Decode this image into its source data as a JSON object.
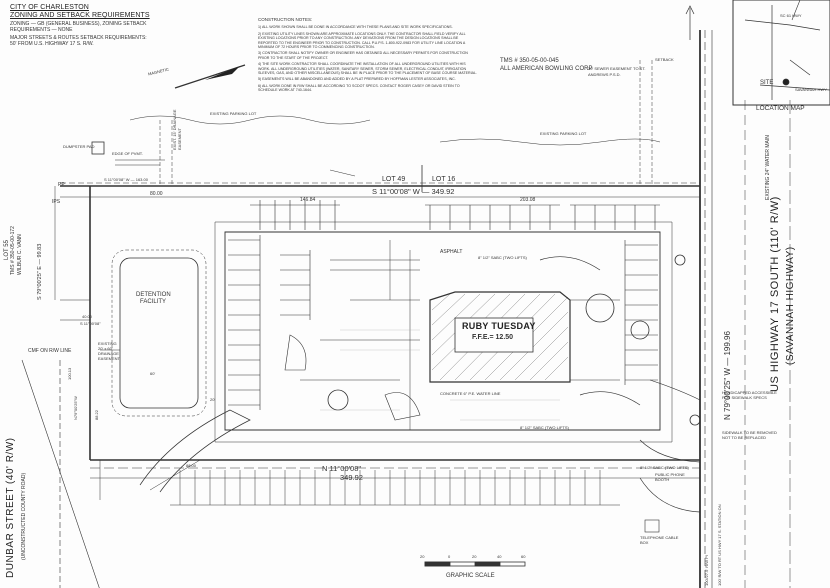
{
  "header": {
    "city": "CITY OF CHARLESTON",
    "title": "ZONING AND SETBACK REQUIREMENTS",
    "zoning": "ZONING — GB (GENERAL BUSINESS), ZONING SETBACK",
    "requirements": "REQUIREMENTS — NONE",
    "streets": "MAJOR STREETS & ROUTES SETBACK REQUIREMENTS:",
    "us17": "50' FROM U.S. HIGHWAY 17 S. R/W."
  },
  "construction_notes": {
    "title": "CONSTRUCTION NOTES:",
    "items": [
      "1) ALL WORK SHOWN SHALL BE DONE IN ACCORDANCE WITH THESE PLANS AND SITE WORK SPECIFICATIONS.",
      "2) EXISTING UTILITY LINES SHOWN ARE APPROXIMATE LOCATIONS ONLY. THE CONTRACTOR SHALL FIELD VERIFY ALL EXISTING LOCATIONS PRIOR TO ANY CONSTRUCTION. ANY DEVIATIONS FROM THE DESIGN LOCATIONS SHALL BE REPORTED TO THE ENGINEER PRIOR TO CONSTRUCTION. CALL P.U.P.S. 1-800-922-0983 FOR UTILITY LINE LOCATION A MINIMUM OF 72 HOURS PRIOR TO COMMENCING CONSTRUCTION.",
      "3) CONTRACTOR SHALL NOTIFY OWNER OR ENGINEER HAS OBTAINED ALL NECESSARY PERMITS FOR CONSTRUCTION PRIOR TO THE START OF THE PROJECT.",
      "4) THE SITE WORK CONTRACTOR SHALL COORDINATE THE INSTALLATION OF ALL UNDERGROUND UTILITIES WITH HIS WORK. ALL UNDERGROUND UTILITIES (WATER, SANITARY SEWER, STORM SEWER, ELECTRICAL CONDUIT, IRRIGATION SLEEVES, GAS, AND OTHER MISCELLANEOUS) SHALL BE IN PLACE PRIOR TO THE PLACEMENT OF BASE COURSE MATERIAL.",
      "5) EASEMENTS WILL BE ABANDONED AND ADDED BY A PLAT PREPARED BY HOFFMAN LESTER ASSOCIATES, INC.",
      "6) ALL WORK DONE IN R/W SHALL BE ACCORDING TO SCDOT SPECS. CONTACT ROGER CASEY OR DAVID STEIN TO SCHEDULE WORK AT 740-1644."
    ]
  },
  "labels": {
    "tms_top": "TMS # 350-05-00-045",
    "owner_top": "ALL AMERICAN BOWLING CORP",
    "sewer_easement": "20' SEWER EASEMENT TO ST. ANDREWS P.S.D.",
    "setback": "SETBACK",
    "magnetic": "MAGNETIC",
    "existing_parking_lot": "EXISTING PARKING LOT",
    "existing_parking_lot_2": "EXISTING PARKING LOT",
    "dumpster_pad": "DUMPSTER PAD",
    "edge_of_pvmt": "EDGE OF PVMT.",
    "exist_easement": "EXIST. 15' DRAINAGE EASEMENT",
    "lot49": "LOT 49",
    "lot16": "LOT 16",
    "bearing_top": "S 11°00'08\" W — 349.92",
    "bearing_top_short": "S 11°00'08\" W — 163.00",
    "dim_14684": "146.84",
    "dim_20308": "203.08",
    "dim_8000": "80.00",
    "lot55": "LOT 55",
    "tms_left": "TMS # 350-05-00-172",
    "owner_left": "WILBUR C. VANN",
    "bearing_left": "S 79°00'25\" E — 99.83",
    "detention_1": "DETENTION",
    "detention_2": "FACILITY",
    "existing_drainage_1": "EXISTING",
    "existing_drainage_2": "20' x 60'",
    "existing_drainage_3": "DRAINAGE",
    "existing_drainage_4": "EASEMENT",
    "cmf": "CMF ON R/W LINE",
    "dim_10013": "100.13",
    "bearing_left2": "N79°00'25\"W",
    "dim_4000": "40.00",
    "bearing_small": "S 11°00'08\"",
    "dim_60": "60'",
    "dim_20": "20'",
    "dim_8822": "88.22",
    "bearing_bottom": "N 11°00'08\"",
    "dim_34992": "349.92",
    "dim_8800": "88.00",
    "bearing_right": "N 79°00'25\" W — 199.96",
    "asphalt": "ASPHALT",
    "ruby_title": "RUBY TUESDAY",
    "ffe": "F.F.E.= 12.50",
    "sabc_1": "8\" 1/2\" SABC (TWO LIFTS)",
    "sabc_2": "8\" 1/2\" SABC (TWO LIFTS)",
    "sabc_3": "8\" 1/2\" SABC (TWO LIFTS)",
    "public_phone": "PUBLIC PHONE BOOTH",
    "telephone_box": "TELEPHONE CABLE BOX",
    "concrete_curb": "CONCRETE 6\" P.E. WATER LINE",
    "sidewalk_removed": "SIDEWALK TO BE REMOVED NOT TO BE REPLACED",
    "handicapped": "HANDICAPPED ACCESSIBLE FOR SIDEWALK SPECS",
    "graphic_scale": "GRAPHIC SCALE",
    "scale_ticks": [
      "20",
      "0",
      "20",
      "40",
      "60"
    ],
    "ips": "IPS",
    "pp": "PP"
  },
  "roads": {
    "dunbar": "DUNBAR STREET (40' R/W)",
    "dunbar_sub": "(UNCONSTRUCTED COUNTY ROAD)",
    "us17": "US HIGHWAY 17 SOUTH (110' R/W)",
    "us17_sub": "(SAVANNAH HIGHWAY)",
    "water_main": "EXISTING 24\" WATER MAIN",
    "bottom_right": "100' R/W TO RT US HWY 17 S. STATION ON",
    "bottom_right2": "100'/27.5' R/W PI"
  },
  "location_map": {
    "title": "LOCATION MAP",
    "site": "SITE",
    "road1": "SC 61 HWY",
    "road2": "SAVANNAH HWY"
  },
  "colors": {
    "ink": "#222222",
    "paper": "#fdfdfd"
  }
}
